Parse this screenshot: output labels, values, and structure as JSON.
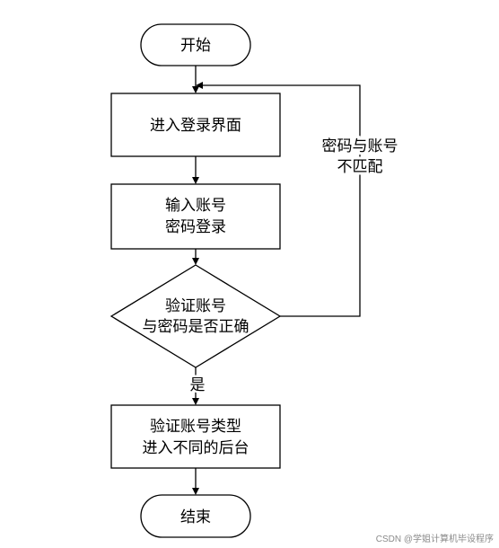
{
  "flowchart": {
    "start": "开始",
    "step_login_page": "进入登录界面",
    "step_input_line1": "输入账号",
    "step_input_line2": "密码登录",
    "decision_line1": "验证账号",
    "decision_line2": "与密码是否正确",
    "loop_label_line1": "密码与账号",
    "loop_label_line2": "不匹配",
    "yes_label": "是",
    "step_verify_line1": "验证账号类型",
    "step_verify_line2": "进入不同的后台",
    "end": "结束"
  },
  "watermark": "CSDN @学姐计算机毕设程序",
  "colors": {
    "stroke": "#000000",
    "fill": "#ffffff",
    "watermark": "#8a8a8a"
  }
}
